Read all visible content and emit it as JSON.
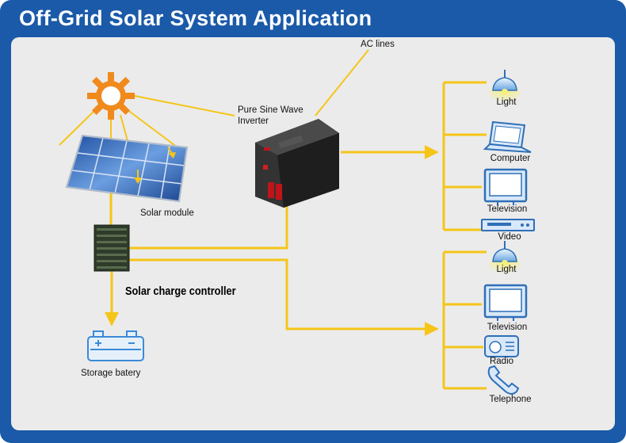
{
  "title": "Off-Grid Solar System Application",
  "labels": {
    "ac_lines": "AC lines",
    "inverter": [
      "Pure Sine Wave",
      "Inverter"
    ],
    "solar_module": "Solar module",
    "charge_controller": "Solar charge controller",
    "storage_battery": "Storage batery"
  },
  "ac_loads": [
    {
      "label": "Light",
      "icon": "light-icon"
    },
    {
      "label": "Computer",
      "icon": "computer-icon"
    },
    {
      "label": "Television",
      "icon": "television-icon"
    },
    {
      "label": "Video",
      "icon": "video-icon"
    }
  ],
  "dc_loads": [
    {
      "label": "Light",
      "icon": "light-icon"
    },
    {
      "label": "Television",
      "icon": "television-icon"
    },
    {
      "label": "Radio",
      "icon": "radio-icon"
    },
    {
      "label": "Telephone",
      "icon": "telephone-icon"
    }
  ],
  "colors": {
    "frame": "#1a5aa8",
    "panel": "#ebebeb",
    "wire": "#f5c518",
    "sun": "#f08a1c",
    "icon_blue": "#2f6fb8"
  }
}
